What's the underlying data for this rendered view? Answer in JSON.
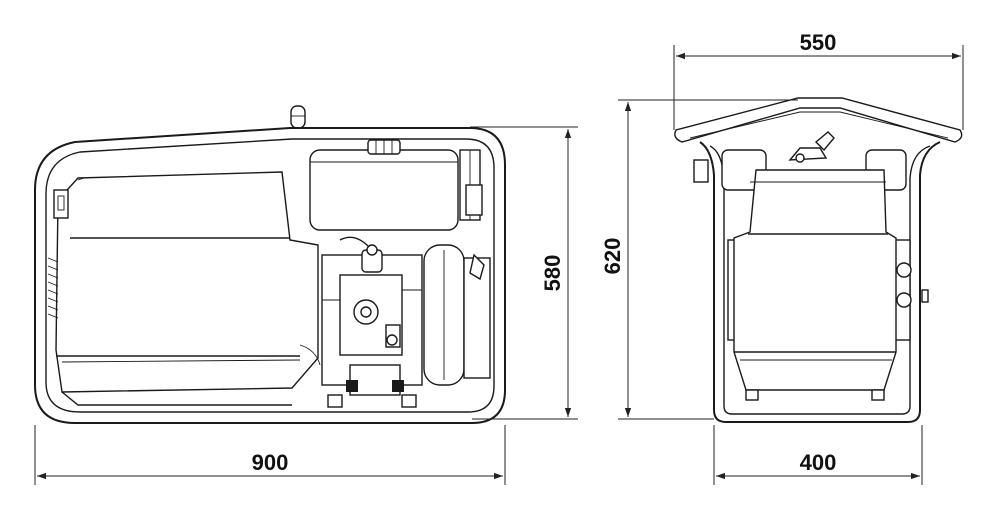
{
  "dimensions": {
    "side_width": "900",
    "side_height": "580",
    "front_top_width": "550",
    "front_height": "620",
    "front_base_width": "400"
  }
}
